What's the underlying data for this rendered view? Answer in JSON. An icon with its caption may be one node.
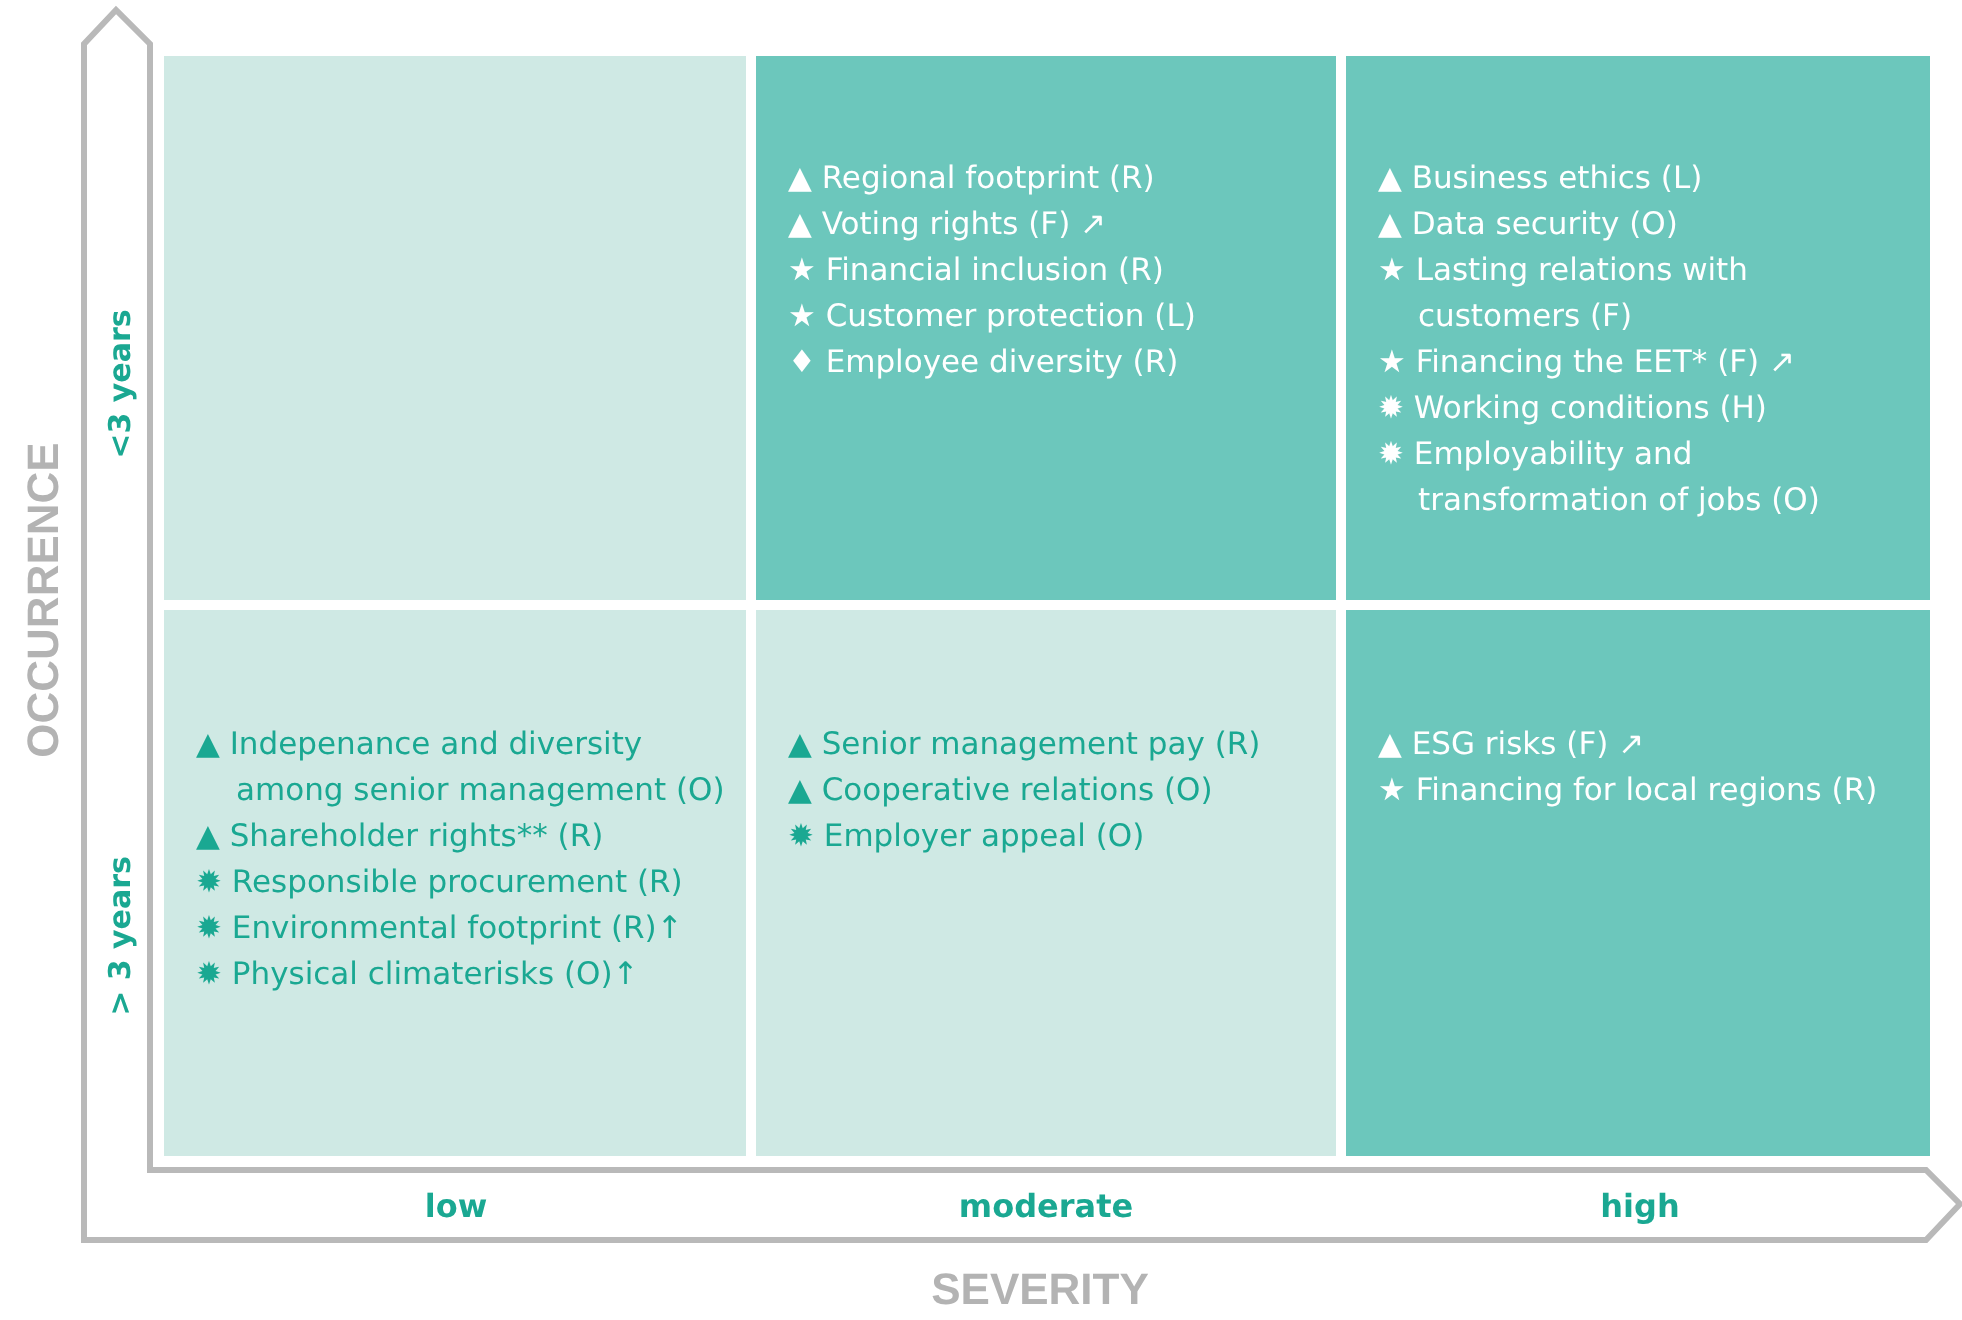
{
  "diagram": {
    "nodes": [
      {
        "text": [],
        "shape": "box"
      },
      {
        "text": [
          "▲ Regional footprint (R)",
          "▲ Voting rights (F)   ↗",
          "★ Financial inclusion (R)",
          "★ Customer protection (L)",
          "♦ Employee diversity (R)"
        ]
      },
      {
        "text": [
          "▲ Business ethics (L)",
          "▲ Data security (O)",
          "★ Lasting relations with customers (F)",
          "★ Financing the EET* (F) ↗",
          "✹ Working conditions (H)",
          "✹ Employability and transformation of jobs (O)"
        ]
      },
      {
        "text": [
          "▲ Indepenance and diversity among senior management (O)",
          "▲ Shareholder rights** (R)",
          "✹ Responsible procurement (R)",
          "✹ Environmental footprint (R)↑",
          "✹ Physical climaterisks (O)↑"
        ]
      },
      {
        "text": [
          "▲ Senior management pay (R)",
          "▲ Cooperative relations (O)",
          "✹ Employer appeal (O)"
        ]
      },
      {
        "text": [
          "▲ ESG risks (F) ↗",
          "★ Financing for local regions (R)"
        ]
      }
    ],
    "labels": [
      "OCCURRENCE",
      "<3 years",
      "> 3 years",
      "low",
      "moderate",
      "high",
      "SEVERITY"
    ]
  }
}
